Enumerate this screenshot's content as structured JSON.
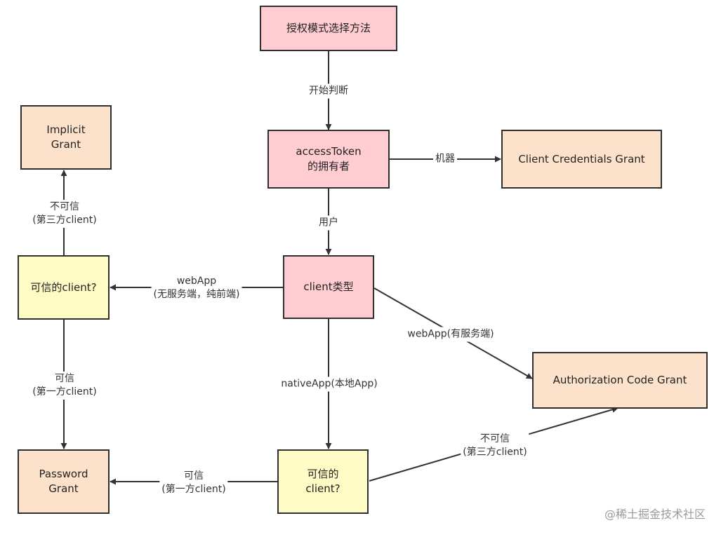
{
  "nodes": {
    "start": "授权模式选择方法",
    "owner": "accessToken\n的拥有者",
    "client_credentials": "Client  Credentials Grant",
    "client_type": "client类型",
    "implicit": "Implicit\nGrant",
    "trusted_web": "可信的client?",
    "password": "Password\nGrant",
    "trusted_native": "可信的\nclient?",
    "auth_code": "Authorization Code Grant"
  },
  "edges": {
    "start_owner": "开始判断",
    "owner_machine": "机器",
    "owner_user": "用户",
    "type_webapp_noserver": "webApp\n(无服务端，纯前端)",
    "type_webapp_server": "webApp(有服务端)",
    "type_native": "nativeApp(本地App)",
    "web_untrusted": "不可信\n(第三方client)",
    "web_trusted": "可信\n(第一方client)",
    "native_trusted": "可信\n(第一方client)",
    "native_untrusted": "不可信\n(第三方client)"
  },
  "watermark": "@稀土掘金技术社区",
  "colors": {
    "decision_pink": "#ffccd2",
    "grant_peach": "#fde2cb",
    "question_yellow": "#fffbc4",
    "line": "#333333"
  }
}
